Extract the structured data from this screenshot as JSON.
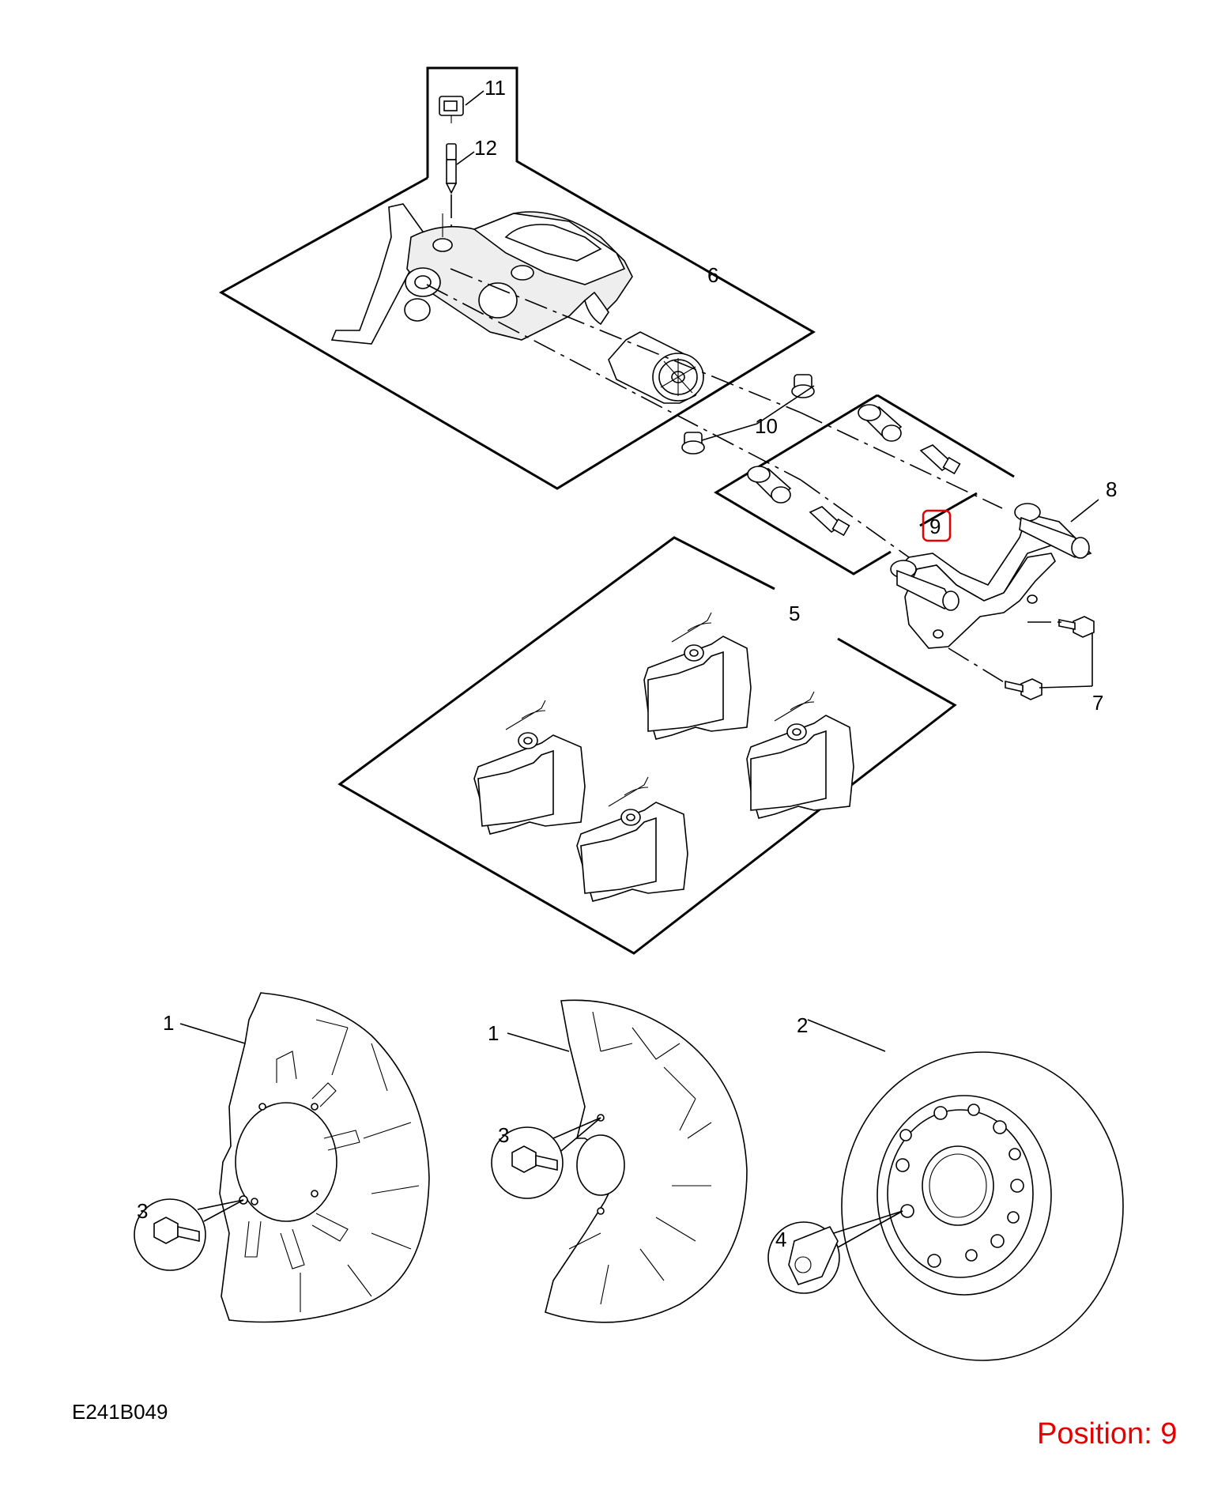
{
  "diagram": {
    "callouts": {
      "c1a": "1",
      "c1b": "1",
      "c2": "2",
      "c3a": "3",
      "c3b": "3",
      "c4": "4",
      "c5": "5",
      "c6": "6",
      "c7": "7",
      "c8": "8",
      "c9": "9",
      "c10": "10",
      "c11": "11",
      "c12": "12"
    },
    "reference_code": "E241B049",
    "position_label": "Position: 9",
    "highlight_callout": "9",
    "highlight_color": "#e60000",
    "position_color": "#e60000"
  }
}
